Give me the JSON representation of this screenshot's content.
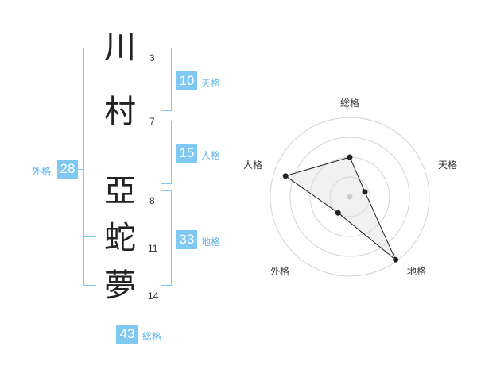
{
  "name_chars": [
    {
      "char": "川",
      "strokes": "3"
    },
    {
      "char": "村",
      "strokes": "7"
    },
    {
      "char": "亞",
      "strokes": "8"
    },
    {
      "char": "蛇",
      "strokes": "11"
    },
    {
      "char": "夢",
      "strokes": "14"
    }
  ],
  "fortunes": {
    "tenkaku": {
      "value": "10",
      "label": "天格"
    },
    "jinkaku": {
      "value": "15",
      "label": "人格"
    },
    "chikaku": {
      "value": "33",
      "label": "地格"
    },
    "gaikaku": {
      "value": "28",
      "label": "外格"
    },
    "soukaku": {
      "value": "43",
      "label": "総格"
    }
  },
  "colors": {
    "accent": "#7ec8f2",
    "label": "#5fb4e8"
  },
  "chart_data": {
    "type": "radar",
    "axes": [
      "総格",
      "天格",
      "地格",
      "外格",
      "人格"
    ],
    "values": [
      0.5,
      0.2,
      0.98,
      0.25,
      0.85
    ],
    "rings": 4,
    "grid": true
  }
}
